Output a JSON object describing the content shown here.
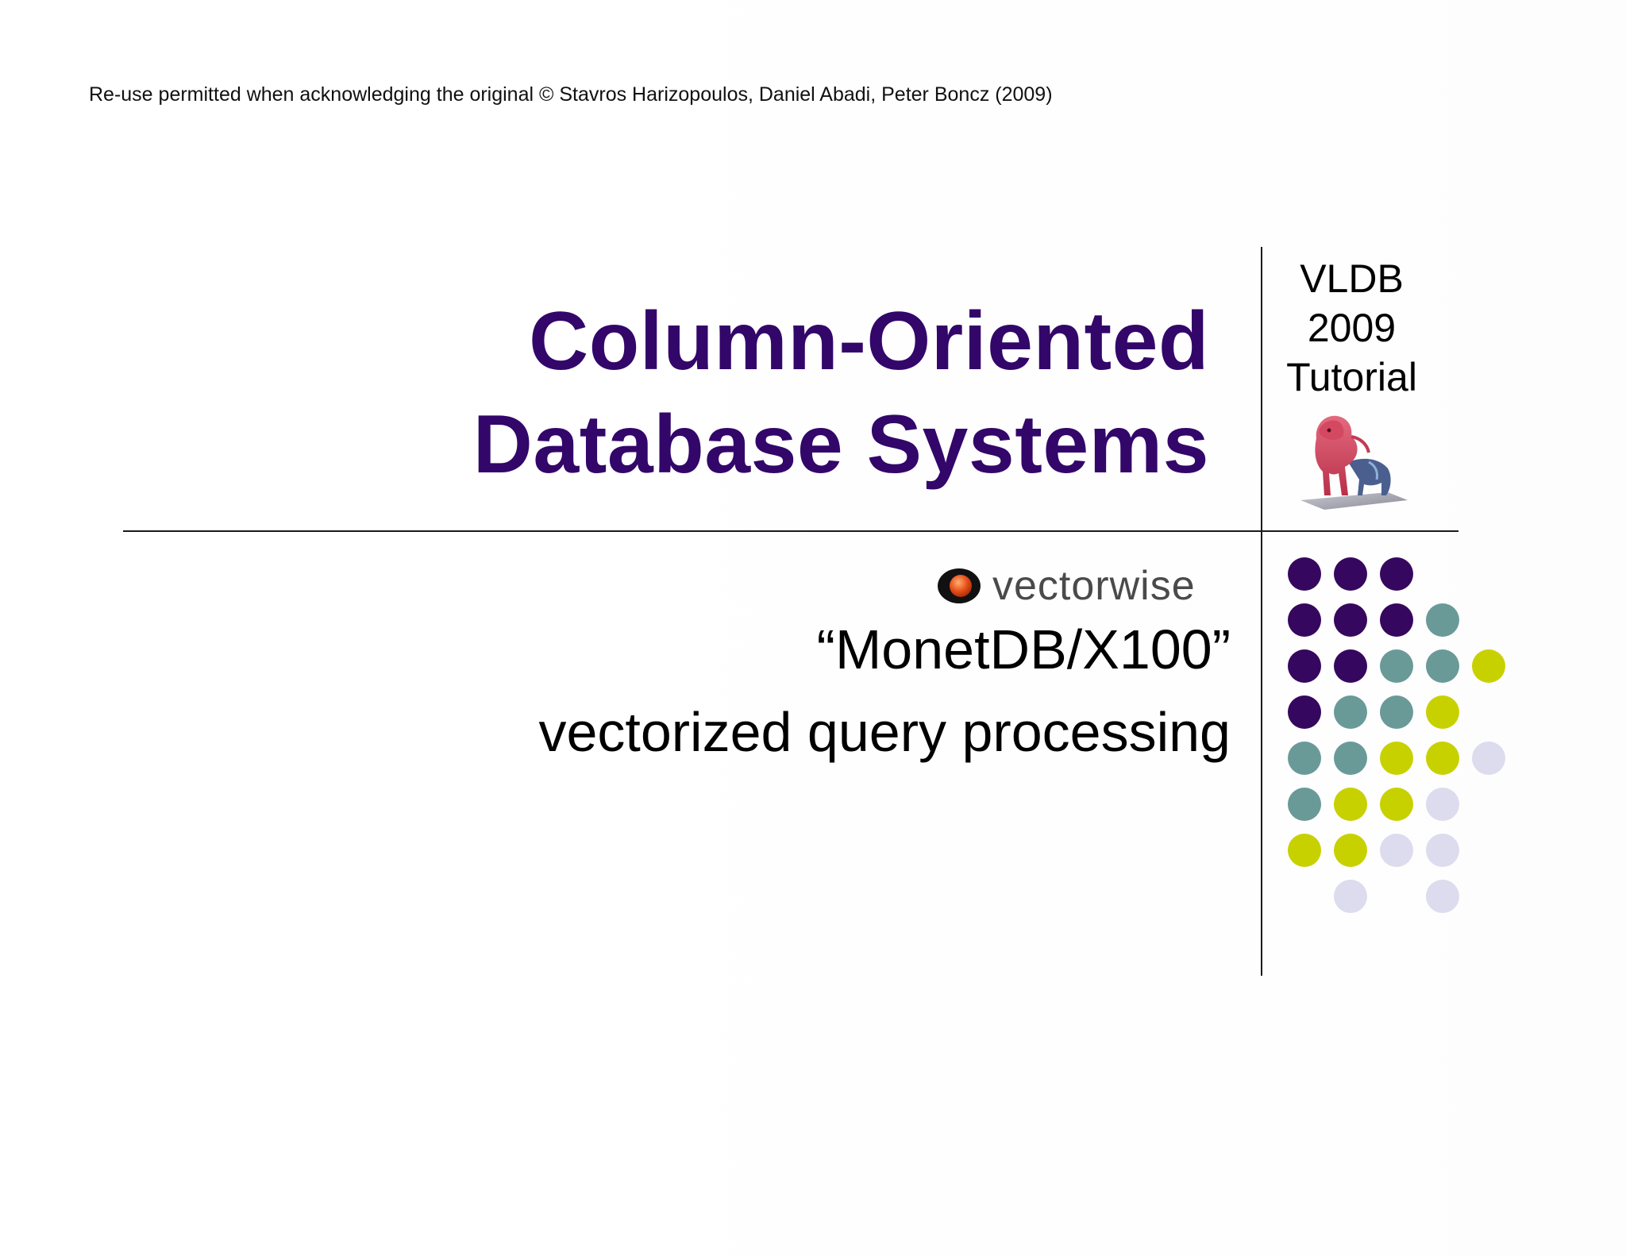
{
  "copyright": "Re-use permitted when acknowledging the original © Stavros Harizopoulos, Daniel Abadi, Peter Boncz (2009)",
  "title": {
    "line1": "Column-Oriented",
    "line2": "Database Systems"
  },
  "event": {
    "line1": "VLDB",
    "line2": "2009",
    "line3": "Tutorial"
  },
  "logo": {
    "text": "vectorwise",
    "icon": "vectorwise-logo-icon"
  },
  "subtitles": {
    "line1": "“MonetDB/X100”",
    "line2": "vectorized query processing"
  },
  "colors": {
    "title": "#33066a",
    "purple": "#36075f",
    "teal": "#6a9a98",
    "lime": "#c8d100",
    "lavender": "#dcdcee",
    "logo_orange": "#e8501b"
  },
  "dot_grid": [
    [
      "purple",
      "purple",
      "purple",
      null,
      null
    ],
    [
      "purple",
      "purple",
      "purple",
      "teal",
      null
    ],
    [
      "purple",
      "purple",
      "teal",
      "teal",
      "lime"
    ],
    [
      "purple",
      "teal",
      "teal",
      "lime",
      null
    ],
    [
      "teal",
      "teal",
      "lime",
      "lime",
      "lavender"
    ],
    [
      "teal",
      "lime",
      "lime",
      "lavender",
      null
    ],
    [
      "lime",
      "lime",
      "lavender",
      "lavender",
      null
    ],
    [
      null,
      "lavender",
      null,
      "lavender",
      null
    ]
  ]
}
